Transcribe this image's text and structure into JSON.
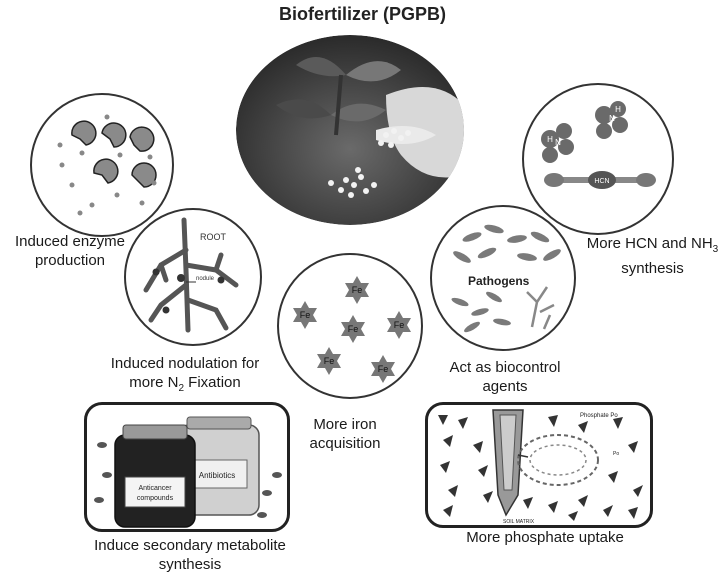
{
  "title": "Biofertilizer (PGPB)",
  "labels": {
    "enzyme_line1": "Induced enzyme",
    "enzyme_line2": "production",
    "nodulation_line1": "Induced nodulation for",
    "nodulation_line2_pre": "more N",
    "nodulation_sub": "2",
    "nodulation_line2_post": " Fixation",
    "iron_line1": "More iron",
    "iron_line2": "acquisition",
    "biocontrol_line1": "Act as biocontrol",
    "biocontrol_line2": "agents",
    "hcn_line1_pre": "More HCN and NH",
    "hcn_sub": "3",
    "hcn_line2": "synthesis",
    "metabolite_line1": "Induce secondary metabolite",
    "metabolite_line2": "synthesis",
    "phosphate": "More phosphate uptake"
  },
  "inner_text": {
    "root": "ROOT",
    "nodule": "nodule",
    "fe": "Fe",
    "pathogens": "Pathogens",
    "nh_n": "N",
    "nh_h": "H",
    "hcn": "HCN",
    "anticancer_1": "Anticancer",
    "anticancer_2": "compounds",
    "antibiotics": "Antibiotics",
    "phosphate_po": "Phosphate Po",
    "soil_matrix": "SOIL MATRIX",
    "po_short": "Po"
  }
}
